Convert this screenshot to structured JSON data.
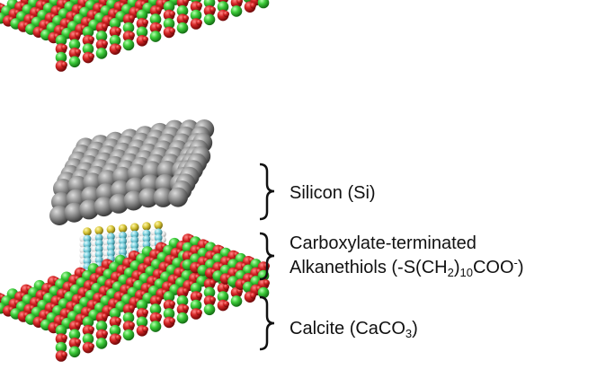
{
  "labels": {
    "silicon": "Silicon (Si)",
    "thiol_line1": "Carboxylate-terminated",
    "thiol_line2_pre": "Alkanethiols (-S(CH",
    "thiol_sub1": "2",
    "thiol_paren": ")",
    "thiol_sub2": "10",
    "thiol_coo": "COO",
    "thiol_sup": "-",
    "thiol_close": ")",
    "calcite_pre": "Calcite (CaCO",
    "calcite_sub": "3",
    "calcite_close": ")"
  },
  "colors": {
    "calcite_red": "#cc1f1f",
    "calcite_green": "#35c23a",
    "silicon_gray": "#8a8a8a",
    "chain_cyan": "#7fd3e0",
    "chain_white": "#f2f2f2",
    "sulfur_yellow": "#d9c83a"
  }
}
